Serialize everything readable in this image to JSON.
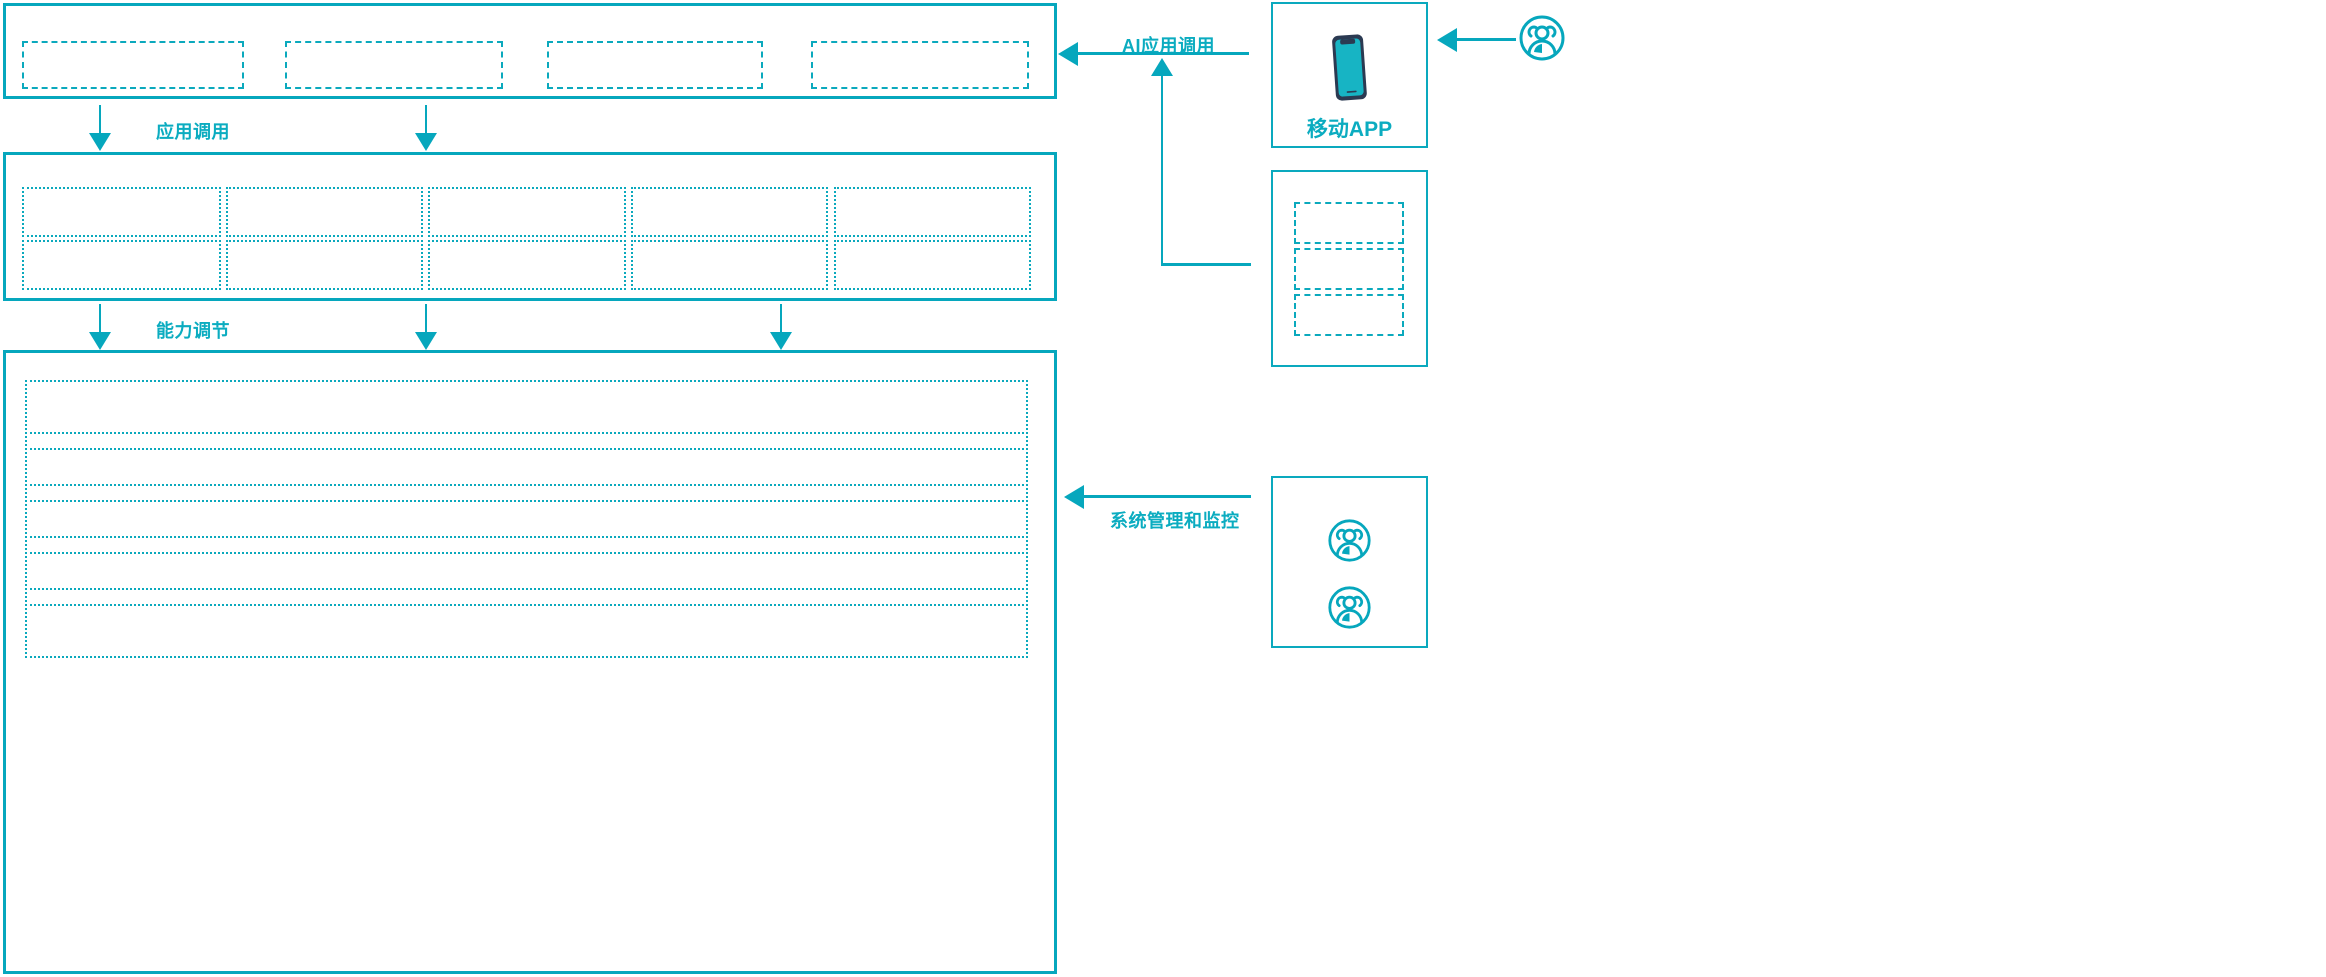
{
  "diagram": {
    "title_visible": false,
    "accent_color": "#06a7bd",
    "accent_light": "#0bacc0",
    "phone_frame_color": "#2b3a52",
    "phone_screen_color": "#17b4c4",
    "background": "#ffffff"
  },
  "flow_labels": {
    "app_invoke": "应用调用",
    "capability_adjust": "能力调节",
    "ai_app_invoke": "AI应用调用",
    "system_manage_monitor": "系统管理和监控"
  },
  "layers": {
    "application_layer": {
      "name": "application-layer",
      "tiles": [
        "",
        "",
        "",
        ""
      ]
    },
    "capability_layer": {
      "name": "capability-layer",
      "rows": [
        [
          "",
          "",
          "",
          "",
          ""
        ],
        [
          "",
          "",
          "",
          "",
          ""
        ]
      ]
    },
    "infrastructure_layer": {
      "name": "infrastructure-layer",
      "rows": [
        "",
        "",
        "",
        "",
        ""
      ]
    }
  },
  "right_column": {
    "mobile_app_card": {
      "label": "移动APP",
      "icon": "mobile-phone-icon"
    },
    "channel_card": {
      "label": "",
      "tiles": [
        "",
        "",
        ""
      ]
    },
    "users_card": {
      "label": "",
      "icons": [
        "users-group-icon",
        "users-group-icon"
      ]
    },
    "external_user": {
      "icon": "users-group-icon"
    }
  }
}
